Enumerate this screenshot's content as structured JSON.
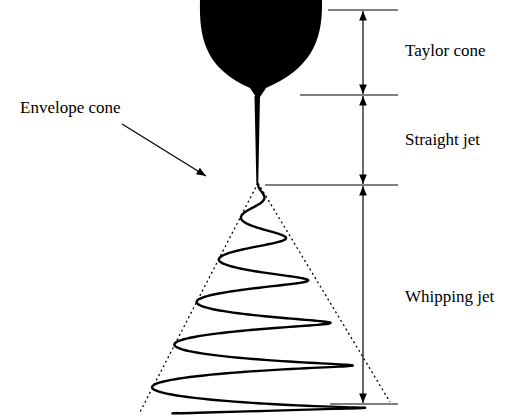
{
  "diagram": {
    "labels": [
      "Taylor cone",
      "Straight jet",
      "Whipping jet",
      "Envelope cone"
    ]
  }
}
